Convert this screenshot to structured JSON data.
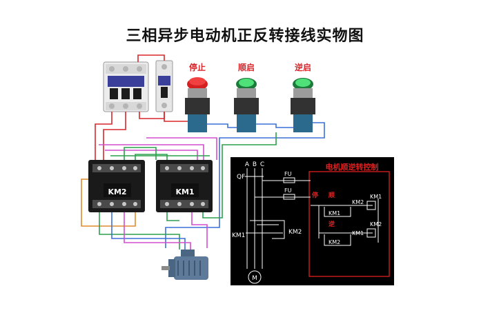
{
  "title": "三相异步电动机正反转接线实物图",
  "buttons": {
    "stop": "停止",
    "forward": "顺启",
    "reverse": "逆启"
  },
  "contactors": {
    "left": "KM2",
    "right": "KM1"
  },
  "schematic": {
    "heading": "电机顺逆转控制",
    "phases": [
      "A",
      "B",
      "C"
    ],
    "breaker": "QF",
    "fuse_main": "FU",
    "fuse_ctrl": "FU",
    "stop_label": "停",
    "forward_label": "顺",
    "reverse_label": "逆",
    "km1_main": "KM1",
    "km2_main": "KM2",
    "km1_coil": "KM1",
    "km2_coil": "KM2",
    "km1_hold": "KM1",
    "km2_hold": "KM2",
    "km2_interlock": "KM2",
    "km1_interlock": "KM1",
    "motor": "M"
  },
  "colors": {
    "red_wire": "#d8262a",
    "green_wire": "#2aa04a",
    "blue_wire": "#3b6fd8",
    "magenta_wire": "#d34dd1",
    "orange_wire": "#e08a2a",
    "schematic_bg": "#000000",
    "schematic_text": "#ffffff",
    "schematic_accent": "#e02020"
  }
}
